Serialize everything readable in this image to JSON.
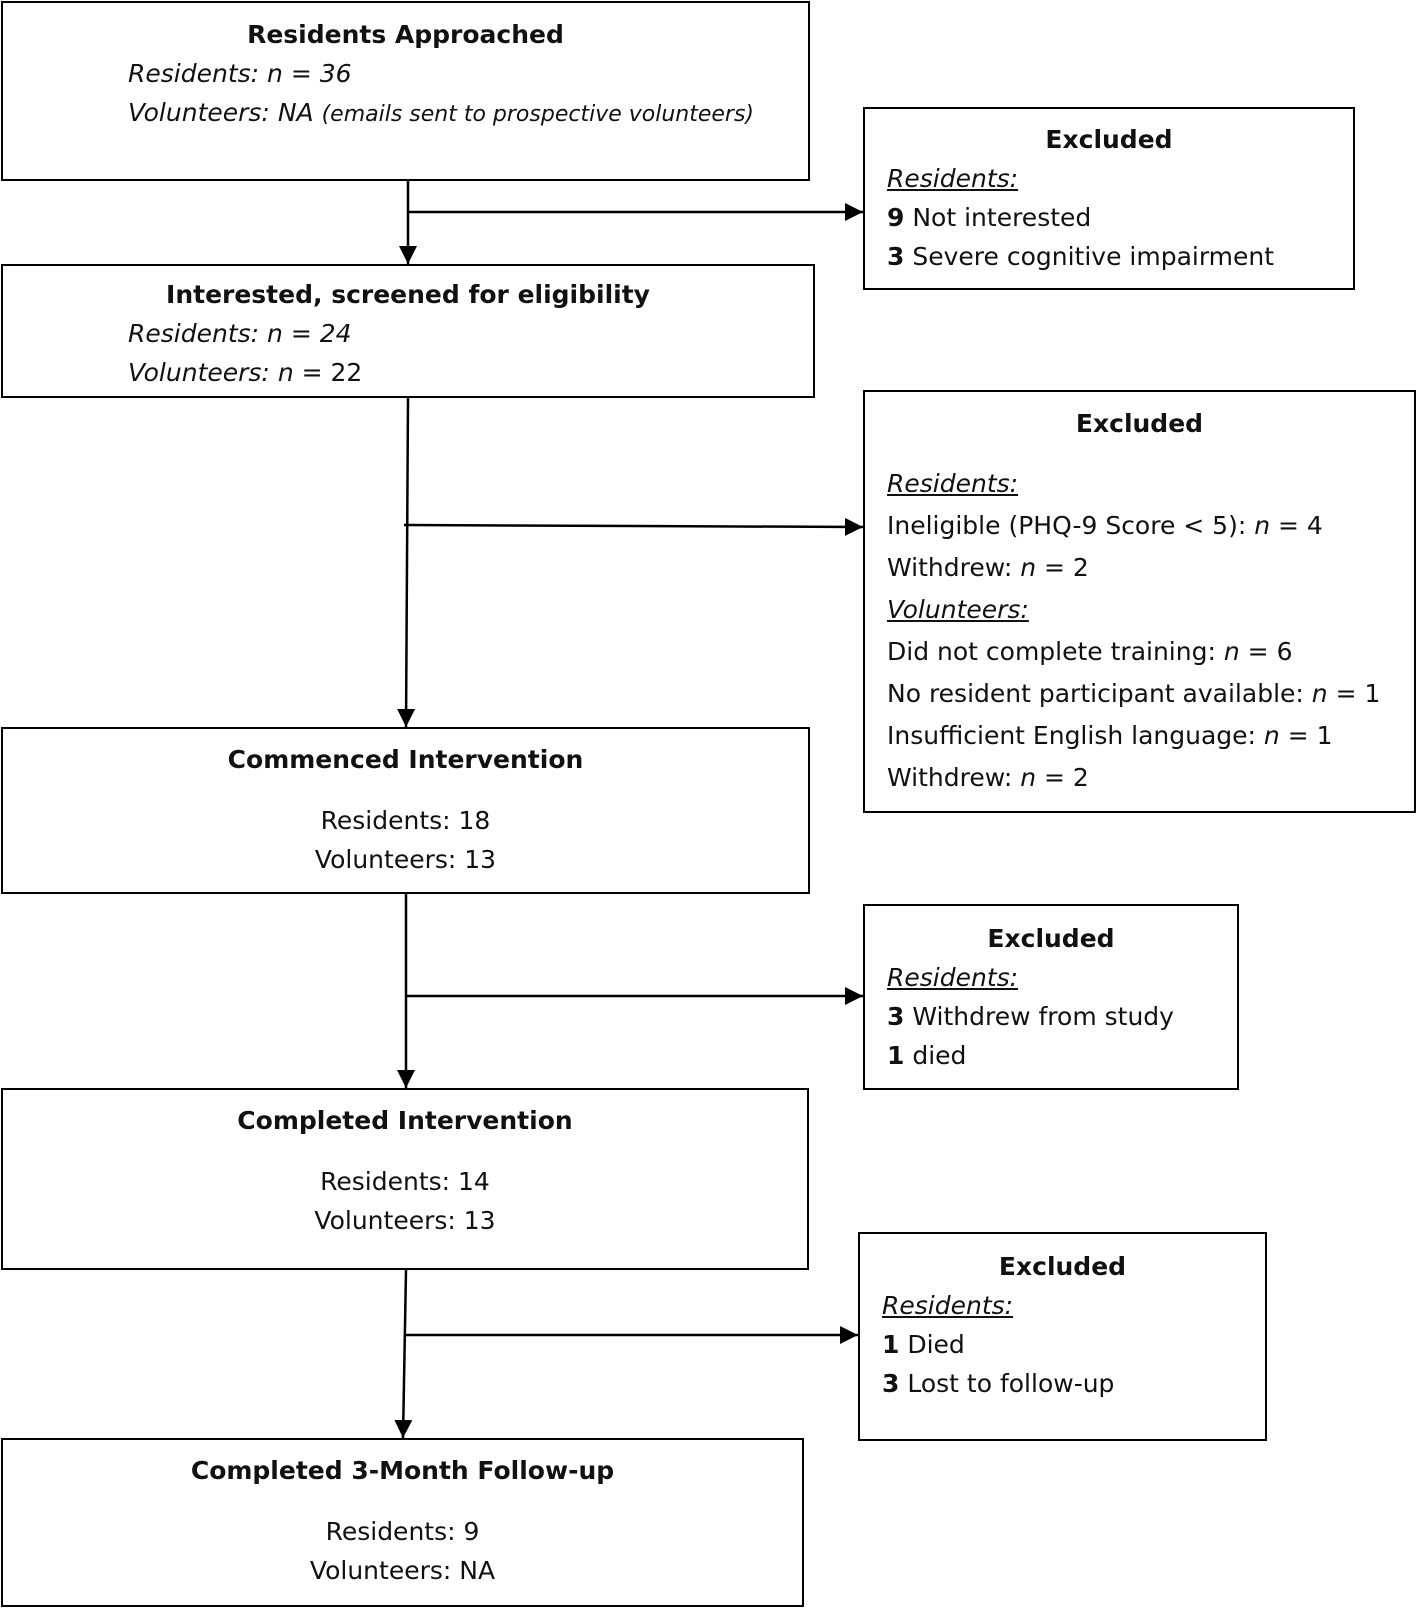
{
  "boxes": {
    "approached": {
      "title": "Residents Approached",
      "res_label": "Residents:",
      "res_value": "n = 36",
      "vol_label": "Volunteers:",
      "vol_value": "NA",
      "vol_note": "(emails sent to prospective volunteers)"
    },
    "excluded1": {
      "title": "Excluded",
      "group": "Residents:",
      "items": [
        {
          "count": "9",
          "text": "Not interested"
        },
        {
          "count": "3",
          "text": "Severe cognitive impairment"
        }
      ]
    },
    "screened": {
      "title": "Interested, screened for eligibility",
      "res_label": "Residents:",
      "res_value": "n = 24",
      "vol_label": "Volunteers:",
      "vol_n": "n",
      "vol_value": "= 22"
    },
    "excluded2": {
      "title": "Excluded",
      "group1": "Residents:",
      "res_items": [
        {
          "text": "Ineligible (PHQ-9 Score < 5):",
          "n": "n",
          "value": "= 4"
        },
        {
          "text": "Withdrew:",
          "n": "n",
          "value": "= 2"
        }
      ],
      "group2": "Volunteers:",
      "vol_items": [
        {
          "text": "Did not complete training:",
          "n": "n",
          "value": "= 6"
        },
        {
          "text": "No resident participant available:",
          "n": "n",
          "value": "= 1"
        },
        {
          "text": "Insufficient English language:",
          "n": "n",
          "value": "= 1"
        },
        {
          "text": "Withdrew:",
          "n": "n",
          "value": "= 2"
        }
      ]
    },
    "commenced": {
      "title": "Commenced Intervention",
      "residents": "Residents: 18",
      "volunteers": "Volunteers: 13"
    },
    "excluded3": {
      "title": "Excluded",
      "group": "Residents:",
      "items": [
        {
          "count": "3",
          "text": "Withdrew from study"
        },
        {
          "count": "1",
          "text": "died"
        }
      ]
    },
    "completed": {
      "title": "Completed Intervention",
      "residents": "Residents: 14",
      "volunteers": "Volunteers: 13"
    },
    "excluded4": {
      "title": "Excluded",
      "group": "Residents:",
      "items": [
        {
          "count": "1",
          "text": "Died"
        },
        {
          "count": "3",
          "text": "Lost to follow-up"
        }
      ]
    },
    "followup": {
      "title": "Completed 3-Month Follow-up",
      "residents": "Residents: 9",
      "volunteers": "Volunteers: NA"
    }
  }
}
